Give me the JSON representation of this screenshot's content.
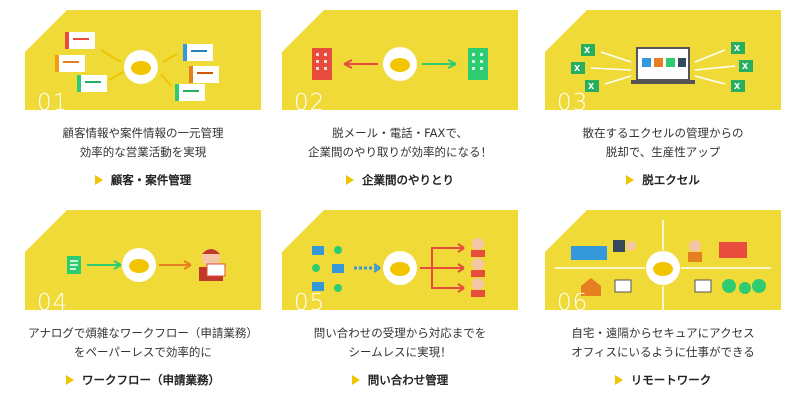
{
  "colors": {
    "panel": "#f0da37",
    "accent_arrow": "#f0c400",
    "text": "#333333"
  },
  "cards": [
    {
      "num": "01",
      "desc": [
        "顧客情報や案件情報の一元管理",
        "効率的な営業活動を実現"
      ],
      "link": "顧客・案件管理",
      "icon": "crm-cards-to-cloud"
    },
    {
      "num": "02",
      "desc": [
        "脱メール・電話・FAXで、",
        "企業間のやり取りが効率的になる！"
      ],
      "link": "企業間のやりとり",
      "icon": "buildings-exchange"
    },
    {
      "num": "03",
      "desc": [
        "散在するエクセルの管理からの",
        "脱却で、生産性アップ"
      ],
      "link": "脱エクセル",
      "icon": "excel-to-laptop"
    },
    {
      "num": "04",
      "desc": [
        "アナログで煩雑なワークフロー（申請業務）",
        "をペーパーレスで効率的に"
      ],
      "link": "ワークフロー（申請業務）",
      "icon": "document-to-approver"
    },
    {
      "num": "05",
      "desc": [
        "問い合わせの受理から対応までを",
        "シームレスに実現！"
      ],
      "link": "問い合わせ管理",
      "icon": "inquiry-distribution"
    },
    {
      "num": "06",
      "desc": [
        "自宅・遠隔からセキュアにアクセス",
        "オフィスにいるように仕事ができる"
      ],
      "link": "リモートワーク",
      "icon": "remote-work-network"
    }
  ]
}
